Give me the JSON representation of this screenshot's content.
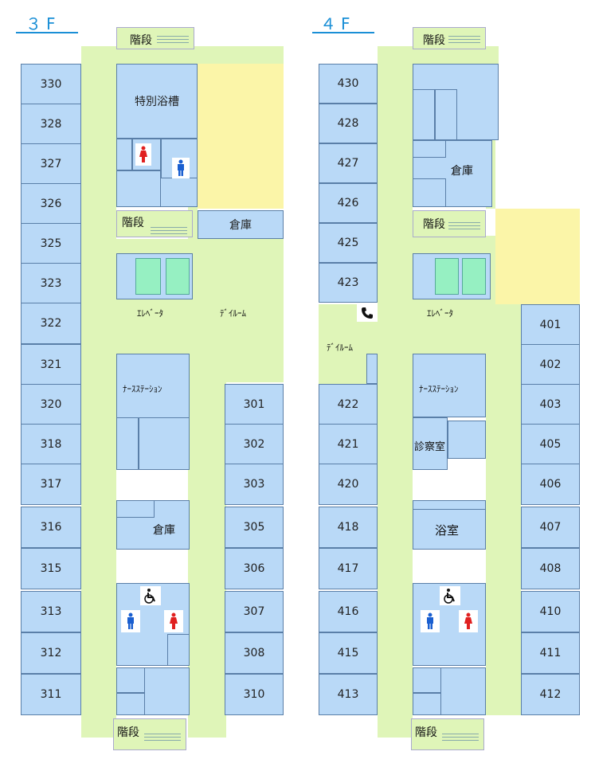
{
  "colors": {
    "corridor": "#dff5b8",
    "room": "#b9d9f7",
    "storage_yellow": "#fbf5a8",
    "elevator": "#96f0c2",
    "title": "#1a8fd6",
    "female": "#e02020",
    "male": "#1a5fd0"
  },
  "floor3": {
    "title": "３F",
    "stairs_top": "階段",
    "stairs_mid": "階段",
    "stairs_bottom": "階段",
    "special_bath": "特別浴槽",
    "storage_upper": "倉庫",
    "storage_lower": "倉庫",
    "elevator": "ｴﾚﾍﾞｰﾀ",
    "dayroom": "ﾃﾞｲﾙｰﾑ",
    "nurse_station": "ﾅｰｽｽﾃｰｼｮﾝ",
    "left_rooms": [
      "330",
      "328",
      "327",
      "326",
      "325",
      "323",
      "322",
      "321",
      "320",
      "318",
      "317",
      "316",
      "315",
      "313",
      "312",
      "311"
    ],
    "right_rooms": [
      "301",
      "302",
      "303",
      "305",
      "306",
      "307",
      "308",
      "310"
    ]
  },
  "floor4": {
    "title": "４F",
    "stairs_top": "階段",
    "stairs_mid": "階段",
    "stairs_bottom": "階段",
    "storage": "倉庫",
    "elevator": "ｴﾚﾍﾞｰﾀ",
    "dayroom": "ﾃﾞｲﾙｰﾑ",
    "nurse_station": "ﾅｰｽｽﾃｰｼｮﾝ",
    "exam_room": "診察室",
    "bathroom": "浴室",
    "phone_icon": "phone-icon",
    "left_rooms_upper": [
      "430",
      "428",
      "427",
      "426",
      "425",
      "423"
    ],
    "left_rooms_lower": [
      "422",
      "421",
      "420",
      "418",
      "417",
      "416",
      "415",
      "413"
    ],
    "right_rooms": [
      "401",
      "402",
      "403",
      "405",
      "406",
      "407",
      "408",
      "410",
      "411",
      "412"
    ]
  }
}
